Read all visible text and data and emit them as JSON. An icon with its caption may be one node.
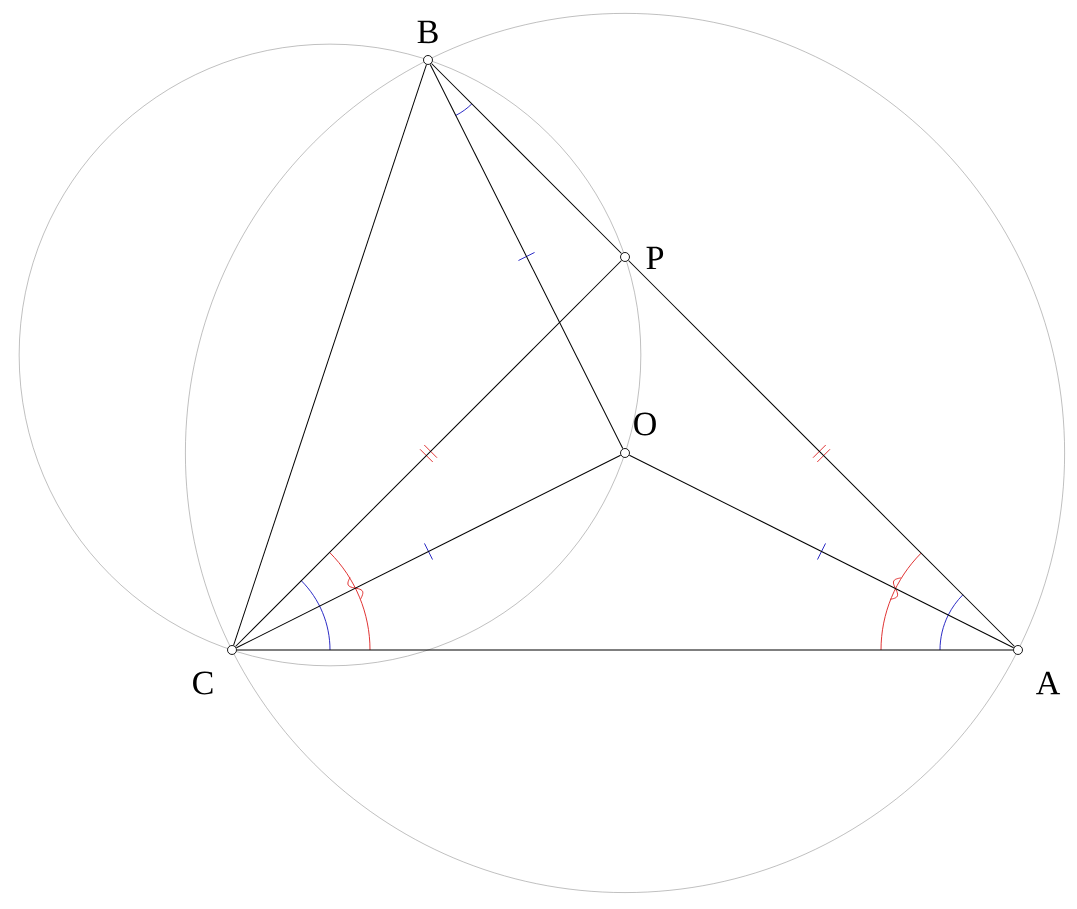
{
  "diagram": {
    "nodes": [
      {
        "text": [],
        "shape": "circle",
        "beside": [
          "B"
        ]
      },
      {
        "text": [],
        "shape": "circle",
        "beside": [
          "P"
        ]
      },
      {
        "text": [],
        "shape": "circle",
        "beside": [
          "O"
        ]
      },
      {
        "text": [],
        "shape": "circle",
        "beside": [
          "C"
        ]
      },
      {
        "text": [],
        "shape": "circle",
        "beside": [
          "A"
        ]
      }
    ],
    "edges": [
      {
        "from": 3,
        "to": 0,
        "arrow": "none"
      },
      {
        "from": 0,
        "to": 1,
        "arrow": "none"
      },
      {
        "from": 1,
        "to": 4,
        "arrow": "none"
      },
      {
        "from": 3,
        "to": 1,
        "arrow": "none"
      },
      {
        "from": 0,
        "to": 2,
        "arrow": "none"
      },
      {
        "from": 3,
        "to": 2,
        "arrow": "none"
      },
      {
        "from": 2,
        "to": 4,
        "arrow": "none"
      },
      {
        "from": 3,
        "to": 4,
        "arrow": "none"
      }
    ]
  }
}
